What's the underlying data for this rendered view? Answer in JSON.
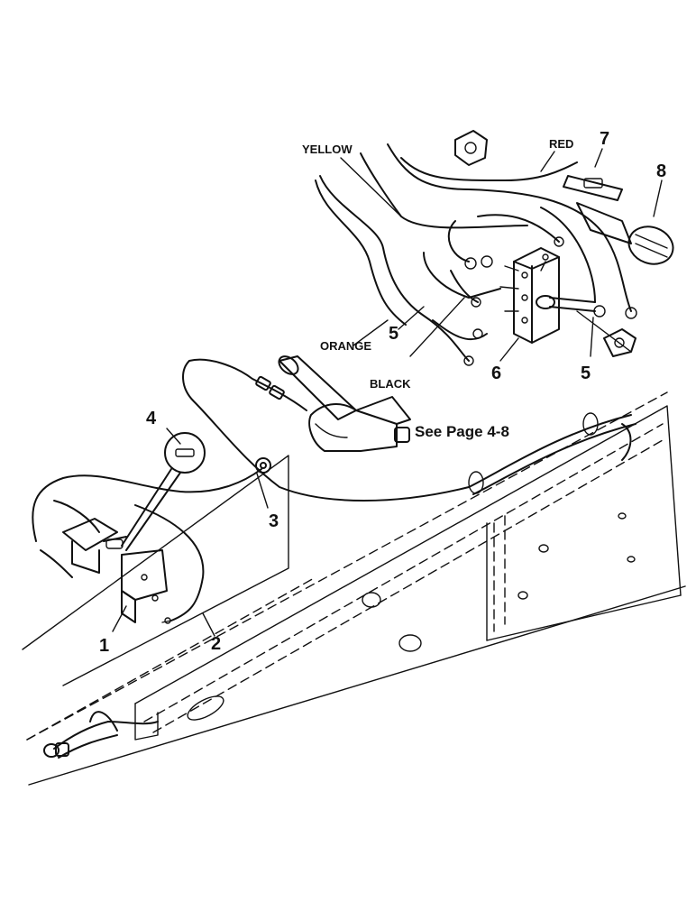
{
  "wire_labels": {
    "yellow": "YELLOW",
    "red": "RED",
    "orange": "ORANGE",
    "black": "BLACK"
  },
  "reference": "See Page 4-8",
  "callouts": {
    "c1": "1",
    "c2": "2",
    "c3": "3",
    "c4": "4",
    "c5a": "5",
    "c5b": "5",
    "c6": "6",
    "c7": "7",
    "c8": "8"
  }
}
